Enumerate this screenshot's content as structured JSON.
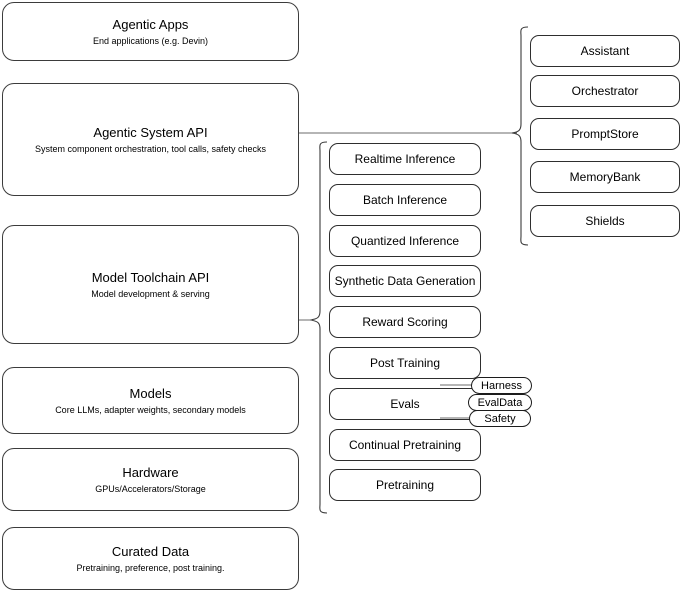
{
  "diagram": {
    "title": "AI Stack Architecture Diagram",
    "stroke_color": "#3b3b3b",
    "background_color": "#ffffff"
  },
  "layers": [
    {
      "name": "agentic-apps",
      "title": "Agentic Apps",
      "subtitle": "End applications (e.g. Devin)"
    },
    {
      "name": "agentic-system-api",
      "title": "Agentic System API",
      "subtitle": "System component orchestration, tool calls, safety checks"
    },
    {
      "name": "model-toolchain-api",
      "title": "Model Toolchain API",
      "subtitle": "Model development & serving"
    },
    {
      "name": "models",
      "title": "Models",
      "subtitle": "Core LLMs, adapter weights, secondary models"
    },
    {
      "name": "hardware",
      "title": "Hardware",
      "subtitle": "GPUs/Accelerators/Storage"
    },
    {
      "name": "curated-data",
      "title": "Curated Data",
      "subtitle": "Pretraining, preference, post training."
    }
  ],
  "toolchain_components": [
    {
      "name": "realtime-inference",
      "label": "Realtime Inference"
    },
    {
      "name": "batch-inference",
      "label": "Batch Inference"
    },
    {
      "name": "quantized-inference",
      "label": "Quantized Inference"
    },
    {
      "name": "synthetic-data-generation",
      "label": "Synthetic Data Generation"
    },
    {
      "name": "reward-scoring",
      "label": "Reward Scoring"
    },
    {
      "name": "post-training",
      "label": "Post Training"
    },
    {
      "name": "evals",
      "label": "Evals"
    },
    {
      "name": "continual-pretraining",
      "label": "Continual Pretraining"
    },
    {
      "name": "pretraining",
      "label": "Pretraining"
    }
  ],
  "agentic_components": [
    {
      "name": "assistant",
      "label": "Assistant"
    },
    {
      "name": "orchestrator",
      "label": "Orchestrator"
    },
    {
      "name": "promptstore",
      "label": "PromptStore"
    },
    {
      "name": "memorybank",
      "label": "MemoryBank"
    },
    {
      "name": "shields",
      "label": "Shields"
    }
  ],
  "evals_badges": [
    {
      "name": "harness",
      "label": "Harness"
    },
    {
      "name": "evaldata",
      "label": "EvalData"
    },
    {
      "name": "safety",
      "label": "Safety"
    }
  ]
}
